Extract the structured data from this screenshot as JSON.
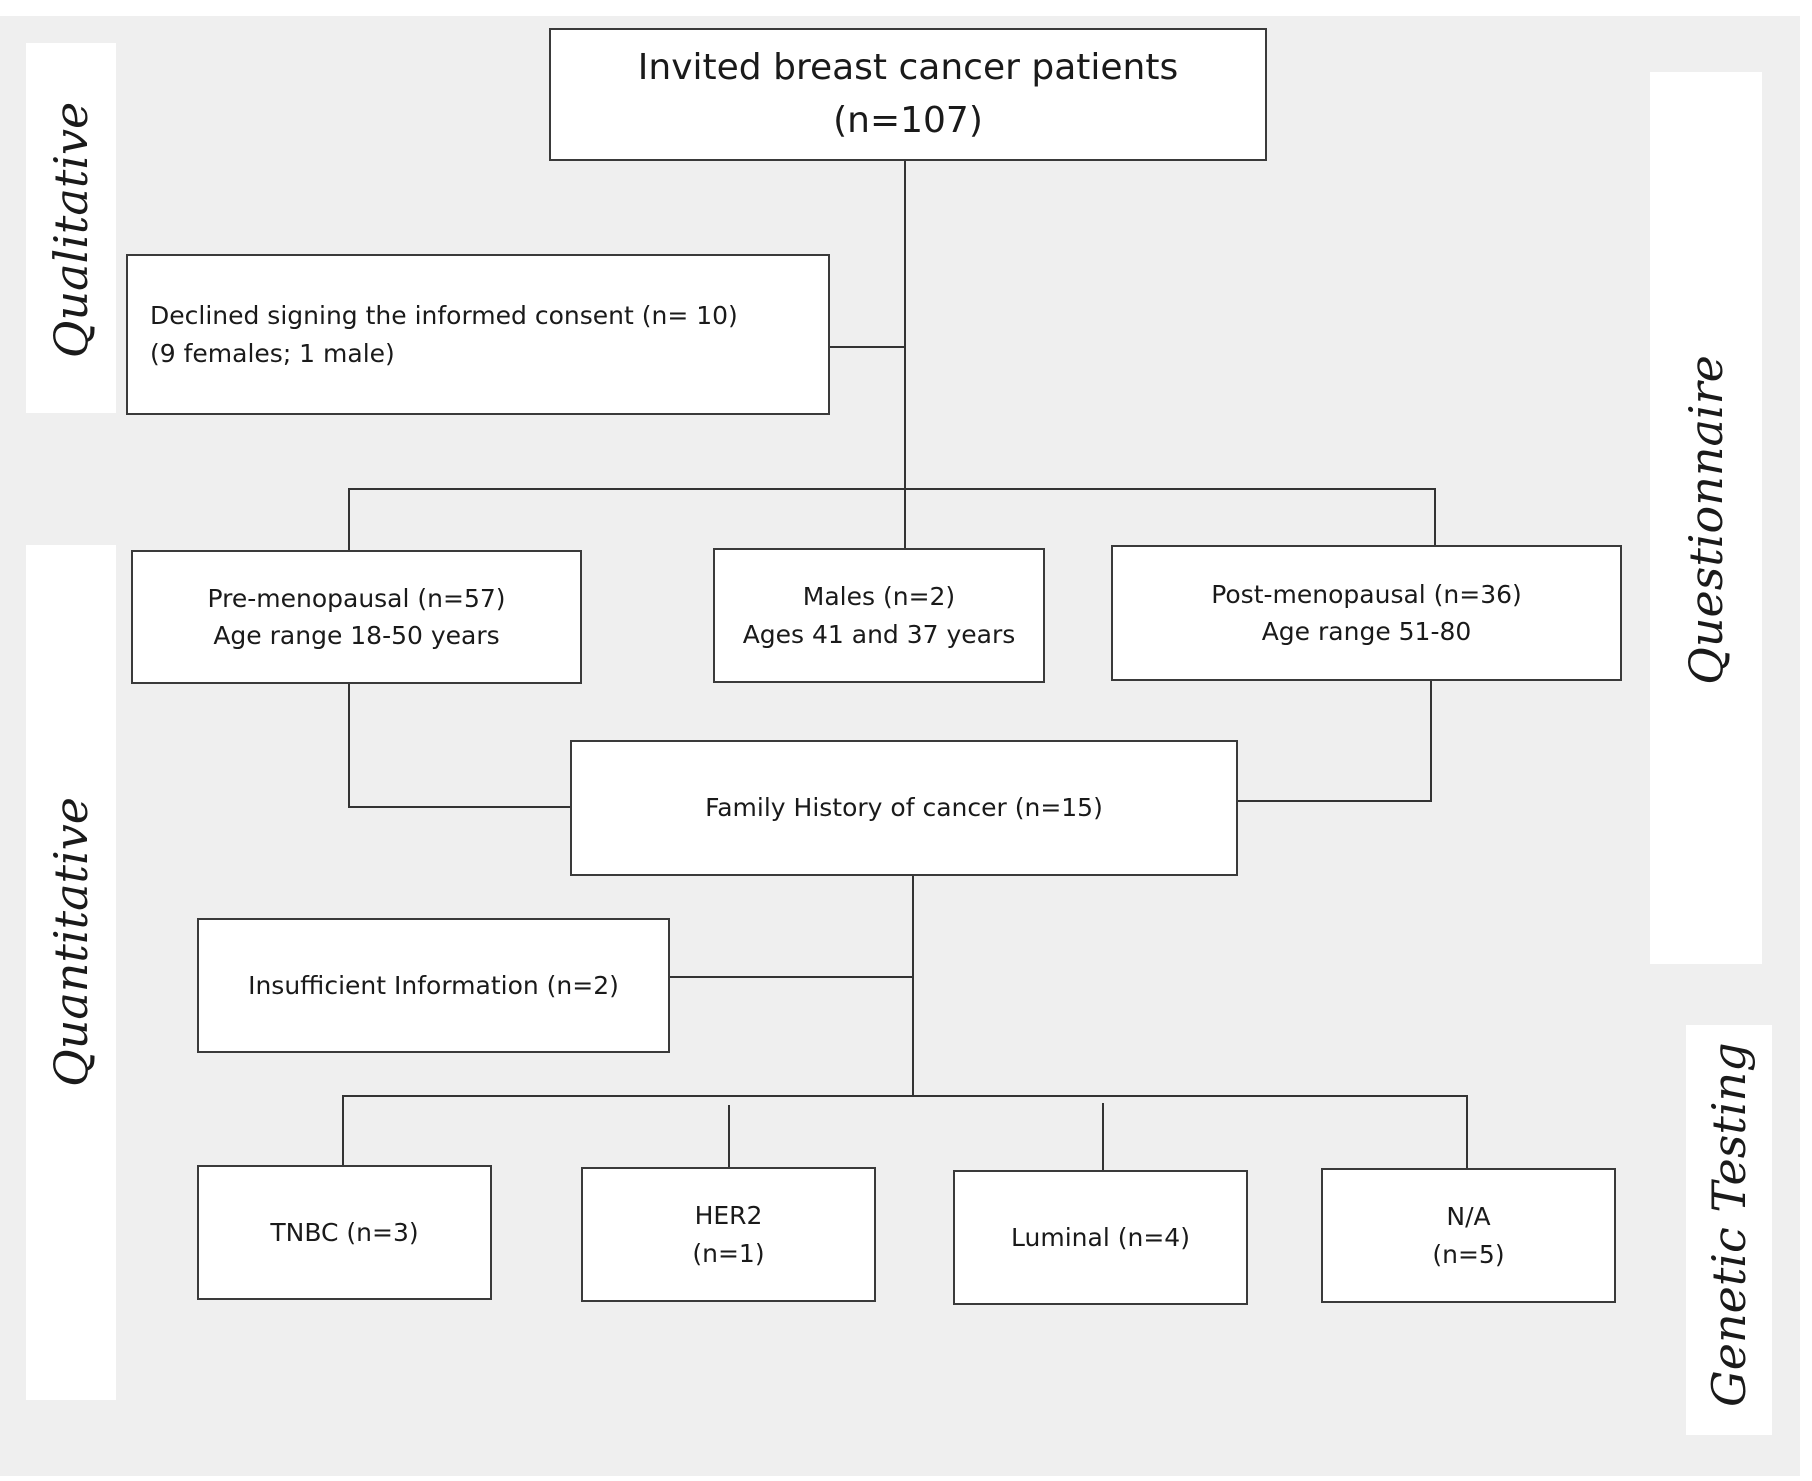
{
  "side_labels": {
    "qualitative": "Qualitative",
    "quantitative": "Quantitative",
    "questionnaire": "Questionnaire",
    "genetic_testing": "Genetic Testing"
  },
  "boxes": {
    "invited": {
      "line1": "Invited breast cancer patients",
      "line2": "(n=107)"
    },
    "declined": {
      "line1": "Declined signing the informed consent  (n= 10)",
      "line2": "(9 females; 1 male)"
    },
    "pre_menopausal": {
      "line1": "Pre-menopausal (n=57)",
      "line2": "Age range 18-50 years"
    },
    "males": {
      "line1": "Males (n=2)",
      "line2": "Ages 41 and 37 years"
    },
    "post_menopausal": {
      "line1": "Post-menopausal (n=36)",
      "line2": "Age range 51-80"
    },
    "family_history": {
      "line1": "Family History  of cancer (n=15)"
    },
    "insufficient": {
      "line1": "Insufficient Information (n=2)"
    },
    "tnbc": {
      "line1": "TNBC (n=3)"
    },
    "her2": {
      "line1": "HER2",
      "line2": "(n=1)"
    },
    "luminal": {
      "line1": "Luminal (n=4)"
    },
    "na": {
      "line1": "N/A",
      "line2": "(n=5)"
    }
  }
}
